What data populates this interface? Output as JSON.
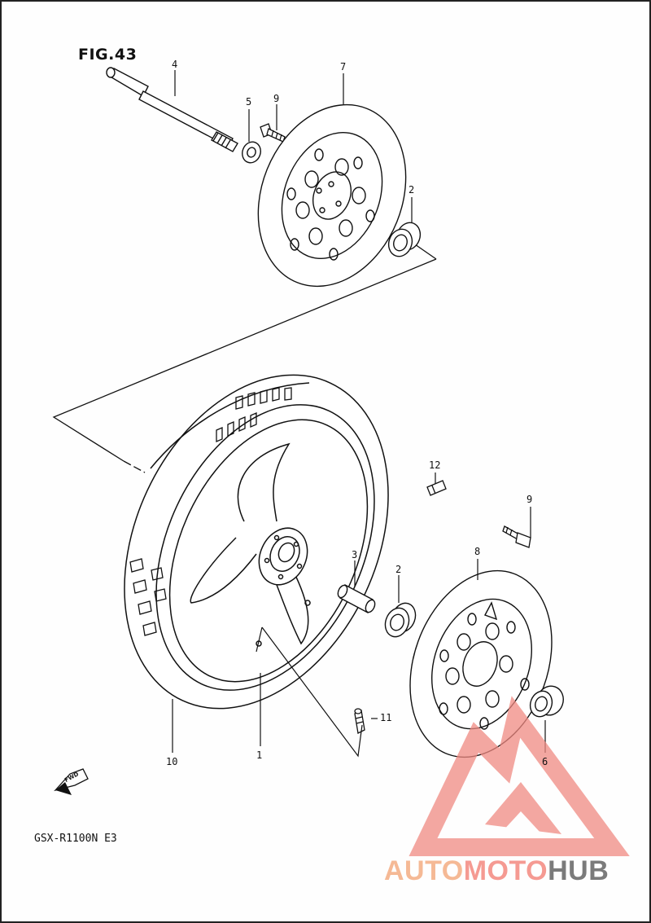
{
  "figure": {
    "title": "FIG.43"
  },
  "model": "GSX-R1100N E3",
  "fwd_label": "FWD",
  "callouts": {
    "axle": "4",
    "washer": "5",
    "bolt_top": "9",
    "disc_top": "7",
    "bearing_top": "2",
    "valve_cap": "12",
    "bolt_lower": "9",
    "disc_lower": "8",
    "spacer": "3",
    "bearing_lower": "2",
    "valve": "11",
    "spacer_collar": "6",
    "tire": "10",
    "wheel": "1"
  },
  "watermark": {
    "part1": "AUTO",
    "part2": "MOTO",
    "part3": "HUB",
    "colors": {
      "part1": "#f5b995",
      "part2": "#f59a92",
      "part3": "#7b7b7b",
      "logo": "#f08a82"
    }
  }
}
